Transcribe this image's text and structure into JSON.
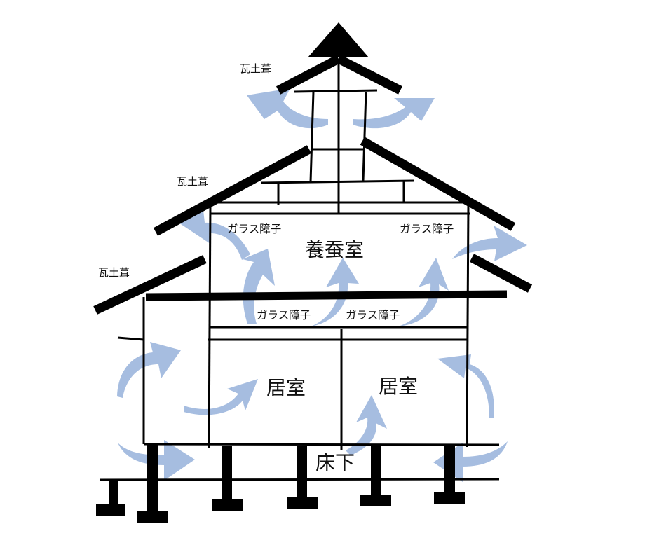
{
  "labels": {
    "roof_top": "瓦土葺",
    "roof_mid": "瓦土葺",
    "roof_low": "瓦土葺",
    "glass_upper_left": "ガラス障子",
    "glass_upper_right": "ガラス障子",
    "glass_lower_left": "ガラス障子",
    "glass_lower_right": "ガラス障子",
    "silk_room": "養蚕室",
    "living_left": "居室",
    "living_right": "居室",
    "underfloor": "床下"
  },
  "colors": {
    "structure": "#000000",
    "airflow_arrow": "#a6bde0",
    "text": "#111111",
    "background": "#ffffff"
  }
}
